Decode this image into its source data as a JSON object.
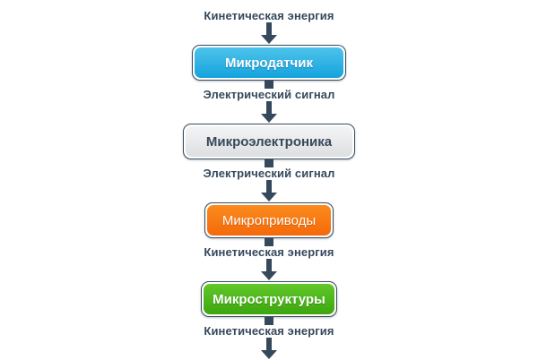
{
  "diagram": {
    "title_label": "Кинетическая энергия",
    "background_color": "#ffffff",
    "arrow_color": "#36495c",
    "nodes": [
      {
        "label": "Микродатчик",
        "color": "#2bb2e3",
        "variant": "blue"
      },
      {
        "label": "Микроэлектроника",
        "color": "#e6e8ea",
        "variant": "gray"
      },
      {
        "label": "Микроприводы",
        "color": "#f87c15",
        "variant": "orange"
      },
      {
        "label": "Микроструктуры",
        "color": "#4fb91c",
        "variant": "green"
      }
    ],
    "edges": [
      {
        "label": "Кинетическая энергия"
      },
      {
        "label": "Электрический сигнал"
      },
      {
        "label": "Электрический сигнал"
      },
      {
        "label": "Кинетическая энергия"
      },
      {
        "label": "Кинетическая энергия"
      }
    ],
    "icons": {
      "arrow": "arrow-down-icon"
    }
  }
}
